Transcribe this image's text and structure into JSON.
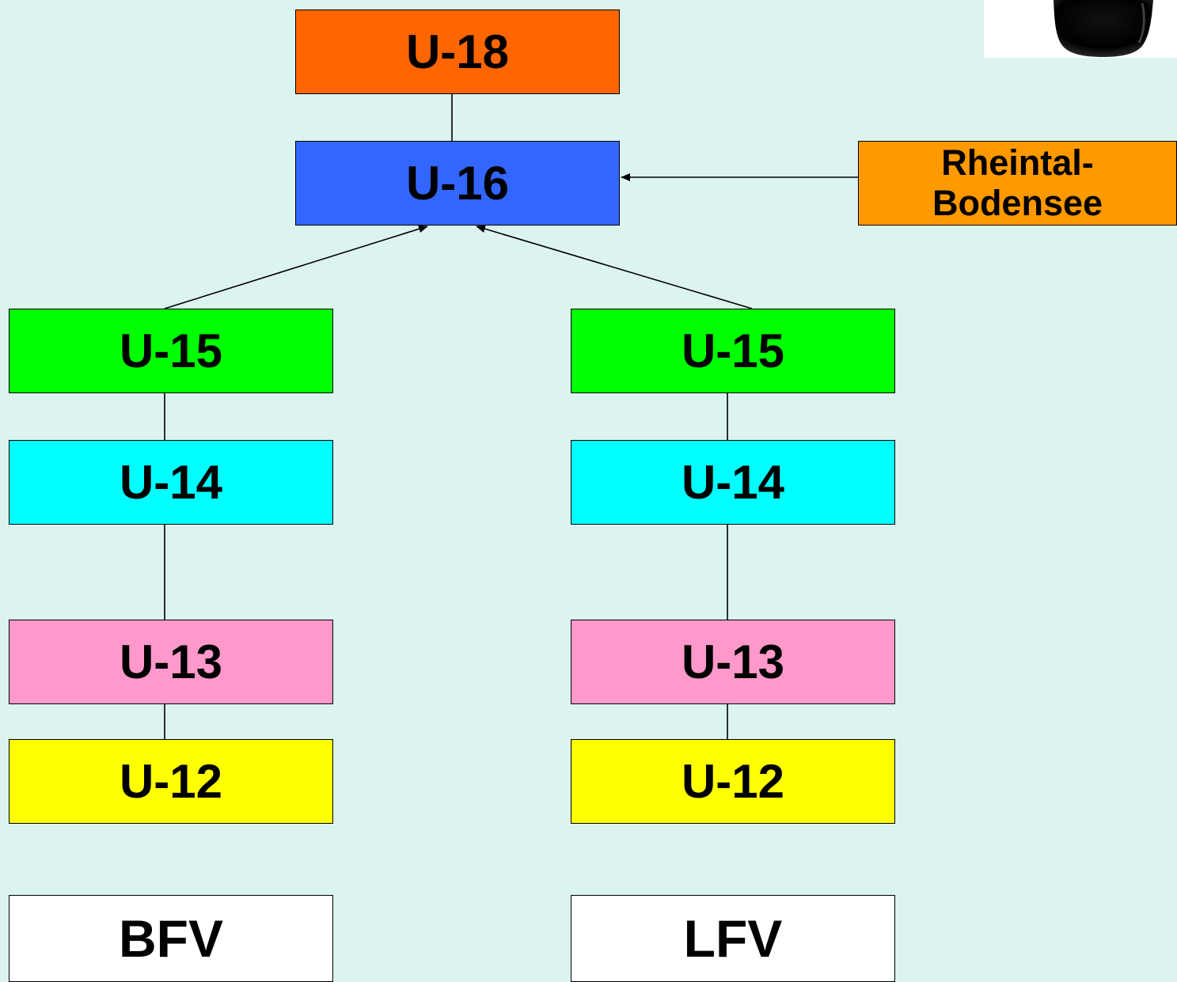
{
  "diagram": {
    "nodes": {
      "u18": {
        "label": "U-18",
        "color": "#ff6600"
      },
      "u16": {
        "label": "U-16",
        "color": "#3366ff"
      },
      "rheintal": {
        "label": "Rheintal-\nBodensee",
        "color": "#ff9900"
      },
      "u15_left": {
        "label": "U-15",
        "color": "#00ff00"
      },
      "u14_left": {
        "label": "U-14",
        "color": "#00ffff"
      },
      "u13_left": {
        "label": "U-13",
        "color": "#ff99cc"
      },
      "u12_left": {
        "label": "U-12",
        "color": "#ffff00"
      },
      "bfv": {
        "label": "BFV",
        "color": "#ffffff"
      },
      "u15_right": {
        "label": "U-15",
        "color": "#00ff00"
      },
      "u14_right": {
        "label": "U-14",
        "color": "#00ffff"
      },
      "u13_right": {
        "label": "U-13",
        "color": "#ff99cc"
      },
      "u12_right": {
        "label": "U-12",
        "color": "#ffff00"
      },
      "lfv": {
        "label": "LFV",
        "color": "#ffffff"
      }
    },
    "edges": [
      {
        "from": "u16",
        "to": "u18",
        "arrow": false
      },
      {
        "from": "rheintal",
        "to": "u16",
        "arrow": true
      },
      {
        "from": "u15_left",
        "to": "u16",
        "arrow": true
      },
      {
        "from": "u15_right",
        "to": "u16",
        "arrow": true
      },
      {
        "from": "u15_left",
        "to": "u14_left",
        "arrow": false
      },
      {
        "from": "u14_left",
        "to": "u13_left",
        "arrow": false
      },
      {
        "from": "u13_left",
        "to": "u12_left",
        "arrow": false
      },
      {
        "from": "u15_right",
        "to": "u14_right",
        "arrow": false
      },
      {
        "from": "u14_right",
        "to": "u13_right",
        "arrow": false
      },
      {
        "from": "u13_right",
        "to": "u12_right",
        "arrow": false
      }
    ]
  },
  "logo": {
    "icon": "dark-blob-logo-icon"
  }
}
